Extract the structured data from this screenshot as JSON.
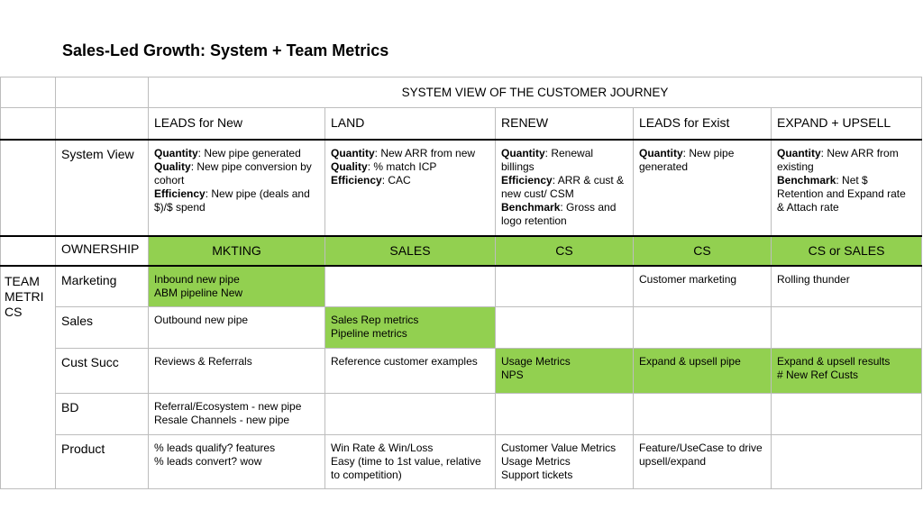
{
  "title": "Sales-Led Growth: System + Team Metrics",
  "header": {
    "system_view_title": "SYSTEM VIEW OF THE CUSTOMER JOURNEY",
    "columns": [
      "LEADS for New",
      "LAND",
      "RENEW",
      "LEADS for Exist",
      "EXPAND + UPSELL"
    ]
  },
  "system_view": {
    "label": "System View",
    "cells": [
      [
        {
          "b": "Quantity",
          "t": ": New pipe generated"
        },
        {
          "b": "Quality",
          "t": ": New pipe conversion by cohort"
        },
        {
          "b": "Efficiency",
          "t": ": New pipe (deals and $)/$ spend"
        }
      ],
      [
        {
          "b": "Quantity",
          "t": ": New ARR from new"
        },
        {
          "b": "Quality",
          "t": ": % match ICP"
        },
        {
          "b": "Efficiency",
          "t": ": CAC"
        }
      ],
      [
        {
          "b": "Quantity",
          "t": ": Renewal billings"
        },
        {
          "b": "Efficiency",
          "t": ": ARR & cust & new cust/ CSM"
        },
        {
          "b": "Benchmark",
          "t": ": Gross and logo retention"
        }
      ],
      [
        {
          "b": "Quantity",
          "t": ": New pipe generated"
        }
      ],
      [
        {
          "b": "Quantity",
          "t": ": New ARR from existing"
        },
        {
          "b": "Benchmark",
          "t": ": Net $ Retention and Expand rate & Attach rate"
        }
      ]
    ]
  },
  "ownership": {
    "label": "OWNERSHIP",
    "owners": [
      "MKTING",
      "SALES",
      "CS",
      "CS",
      "CS or SALES"
    ],
    "highlight_color": "#92d050"
  },
  "team_metrics": {
    "label": "TEAM METRI CS",
    "label_lines": [
      "TEAM",
      "METRI",
      "CS"
    ],
    "rows": [
      {
        "label": "Marketing",
        "cells": [
          {
            "lines": [
              "Inbound new pipe",
              "ABM pipeline New"
            ],
            "green": true
          },
          {
            "lines": [],
            "green": false
          },
          {
            "lines": [],
            "green": false
          },
          {
            "lines": [
              "Customer marketing"
            ],
            "green": false
          },
          {
            "lines": [
              "Rolling thunder"
            ],
            "green": false
          }
        ]
      },
      {
        "label": "Sales",
        "cells": [
          {
            "lines": [
              "Outbound new pipe"
            ],
            "green": false
          },
          {
            "lines": [
              "Sales Rep metrics",
              "Pipeline metrics"
            ],
            "green": true
          },
          {
            "lines": [],
            "green": false
          },
          {
            "lines": [],
            "green": false
          },
          {
            "lines": [],
            "green": false
          }
        ]
      },
      {
        "label": "Cust Succ",
        "cells": [
          {
            "lines": [
              "Reviews & Referrals"
            ],
            "green": false
          },
          {
            "lines": [
              "Reference customer examples"
            ],
            "green": false
          },
          {
            "lines": [
              "Usage Metrics",
              "NPS"
            ],
            "green": true
          },
          {
            "lines": [
              "Expand & upsell pipe"
            ],
            "green": true
          },
          {
            "lines": [
              "Expand & upsell results",
              "# New Ref Custs"
            ],
            "green": true
          }
        ]
      },
      {
        "label": "BD",
        "cells": [
          {
            "lines": [
              "Referral/Ecosystem - new pipe",
              "Resale Channels - new pipe"
            ],
            "green": false
          },
          {
            "lines": [],
            "green": false
          },
          {
            "lines": [],
            "green": false
          },
          {
            "lines": [],
            "green": false
          },
          {
            "lines": [],
            "green": false
          }
        ]
      },
      {
        "label": "Product",
        "cells": [
          {
            "lines": [
              "% leads qualify? features",
              "% leads convert? wow"
            ],
            "green": false
          },
          {
            "lines": [
              "Win Rate & Win/Loss",
              "Easy (time to 1st value, relative to competition)"
            ],
            "green": false
          },
          {
            "lines": [
              "Customer Value Metrics",
              "Usage Metrics",
              "Support tickets"
            ],
            "green": false
          },
          {
            "lines": [
              "Feature/UseCase to drive upsell/expand"
            ],
            "green": false
          },
          {
            "lines": [],
            "green": false
          }
        ]
      }
    ]
  }
}
